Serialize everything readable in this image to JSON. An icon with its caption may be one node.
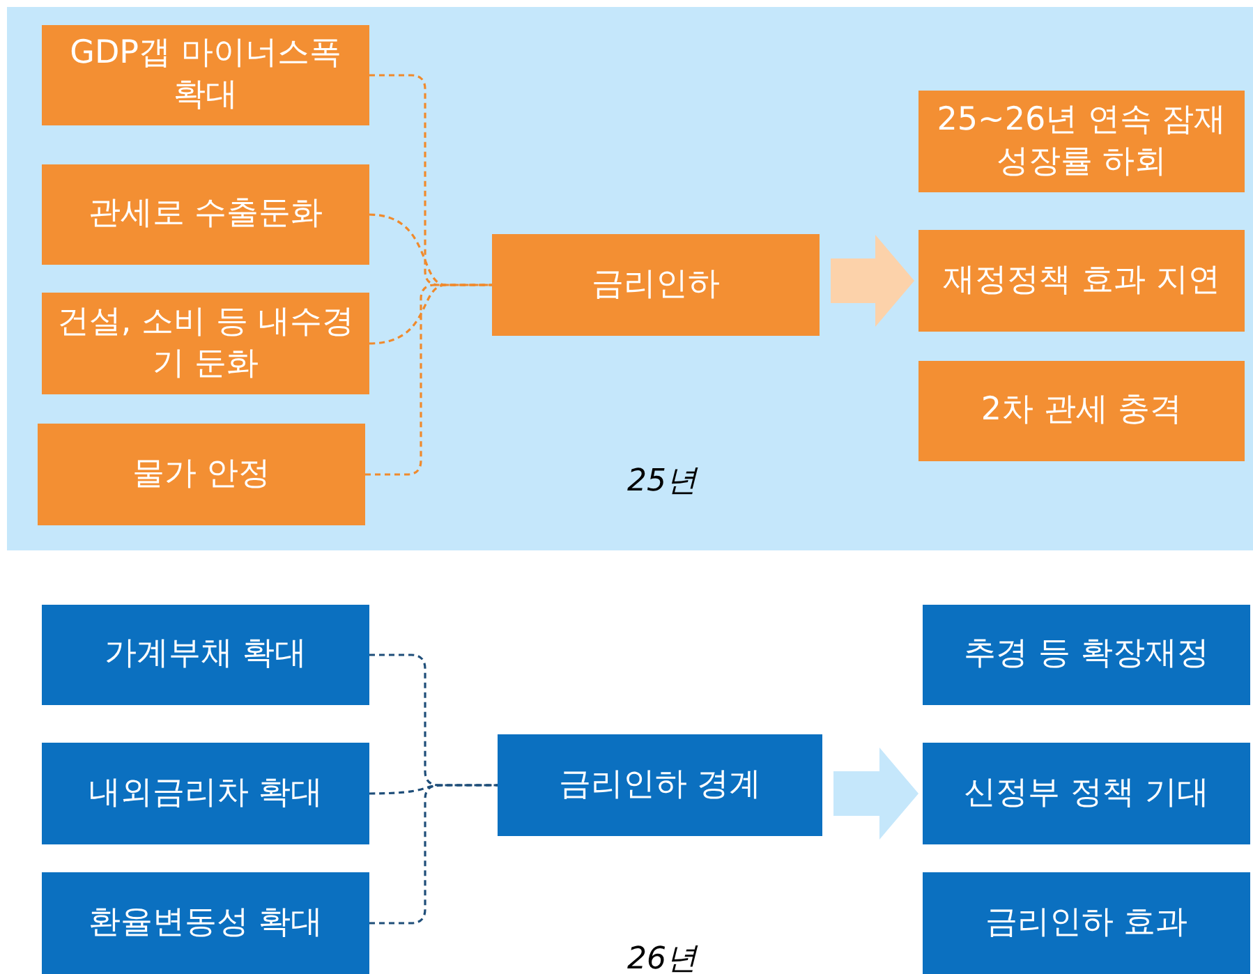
{
  "diagram": {
    "nodes": [
      {
        "text": [
          "GDP갭 마이너스폭 확대"
        ]
      },
      {
        "text": [
          "관세로 수출둔화"
        ]
      },
      {
        "text": [
          "건설, 소비 등 내수경기 둔화"
        ]
      },
      {
        "text": [
          "물가 안정"
        ]
      },
      {
        "text": [
          "금리인하"
        ]
      },
      {
        "text": [
          "25~26년 연속 잠재성장률 하회"
        ]
      },
      {
        "text": [
          "재정정책 효과 지연"
        ]
      },
      {
        "text": [
          "2차 관세 충격"
        ]
      },
      {
        "text": [
          "가계부채 확대"
        ]
      },
      {
        "text": [
          "내외금리차 확대"
        ]
      },
      {
        "text": [
          "환율변동성 확대"
        ]
      },
      {
        "text": [
          "금리인하 경계"
        ]
      },
      {
        "text": [
          "추경 등 확장재정"
        ]
      },
      {
        "text": [
          "신정부 정책 기대"
        ]
      },
      {
        "text": [
          "금리인하 효과"
        ]
      }
    ],
    "edges": [
      {
        "from": 0,
        "to": 4,
        "arrow": "none",
        "style": "dashed"
      },
      {
        "from": 1,
        "to": 4,
        "arrow": "none",
        "style": "dashed"
      },
      {
        "from": 2,
        "to": 4,
        "arrow": "none",
        "style": "dashed"
      },
      {
        "from": 3,
        "to": 4,
        "arrow": "none",
        "style": "dashed"
      },
      {
        "from": 4,
        "to": 6,
        "arrow": "to",
        "style": "thick",
        "color": "#fcd2aa"
      },
      {
        "from": 8,
        "to": 11,
        "arrow": "none",
        "style": "dashed",
        "color": "#1f4e79"
      },
      {
        "from": 9,
        "to": 11,
        "arrow": "none",
        "style": "dashed",
        "color": "#1f4e79"
      },
      {
        "from": 10,
        "to": 11,
        "arrow": "none",
        "style": "dashed",
        "color": "#1f4e79"
      },
      {
        "from": 11,
        "to": 13,
        "arrow": "to",
        "style": "thick",
        "color": "#c5e7fb"
      }
    ],
    "labels": [
      "25년",
      "26년"
    ]
  }
}
